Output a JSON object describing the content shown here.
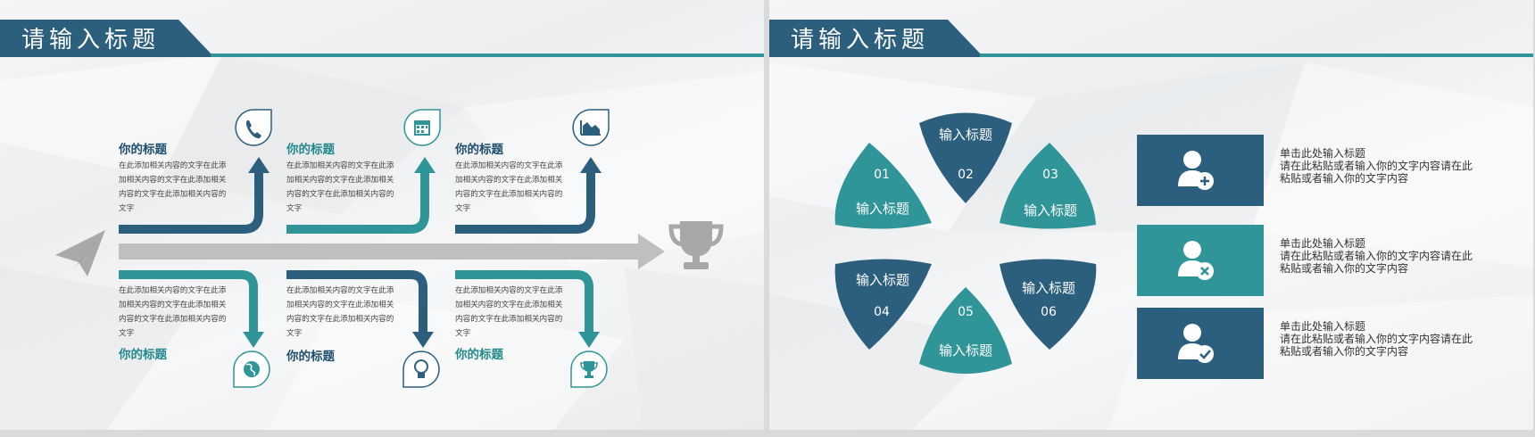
{
  "colors": {
    "dark": "#2c5f7e",
    "teal": "#2f9598",
    "gray": "#bfbfbf"
  },
  "left": {
    "title": "请输入标题",
    "top_items": [
      {
        "title": "你的标题",
        "body": "在此添加相关内容的文字在此添加相关内容的文字在此添加相关内容的文字在此添加相关内容的文字",
        "icon": "phone-icon"
      },
      {
        "title": "你的标题",
        "body": "在此添加相关内容的文字在此添加相关内容的文字在此添加相关内容的文字在此添加相关内容的文字",
        "icon": "calendar-icon"
      },
      {
        "title": "你的标题",
        "body": "在此添加相关内容的文字在此添加相关内容的文字在此添加相关内容的文字在此添加相关内容的文字",
        "icon": "area-chart-icon"
      }
    ],
    "bottom_items": [
      {
        "title": "你的标题",
        "body": "在此添加相关内容的文字在此添加相关内容的文字在此添加相关内容的文字在此添加相关内容的文字",
        "icon": "globe-icon"
      },
      {
        "title": "你的标题",
        "body": "在此添加相关内容的文字在此添加相关内容的文字在此添加相关内容的文字在此添加相关内容的文字",
        "icon": "lightbulb-icon"
      },
      {
        "title": "你的标题",
        "body": "在此添加相关内容的文字在此添加相关内容的文字在此添加相关内容的文字在此添加相关内容的文字",
        "icon": "trophy-icon"
      }
    ]
  },
  "right": {
    "title": "请输入标题",
    "petals": [
      {
        "num": "01",
        "label": "输入标题"
      },
      {
        "num": "02",
        "label": "输入标题"
      },
      {
        "num": "03",
        "label": "输入标题"
      },
      {
        "num": "04",
        "label": "输入标题"
      },
      {
        "num": "05",
        "label": "输入标题"
      },
      {
        "num": "06",
        "label": "输入标题"
      }
    ],
    "boxes": [
      {
        "icon": "user-add-icon",
        "title": "单击此处输入标题",
        "body": "请在此粘贴或者输入你的文字内容请在此粘贴或者输入你的文字内容"
      },
      {
        "icon": "user-remove-icon",
        "title": "单击此处输入标题",
        "body": "请在此粘贴或者输入你的文字内容请在此粘贴或者输入你的文字内容"
      },
      {
        "icon": "user-check-icon",
        "title": "单击此处输入标题",
        "body": "请在此粘贴或者输入你的文字内容请在此粘贴或者输入你的文字内容"
      }
    ]
  }
}
